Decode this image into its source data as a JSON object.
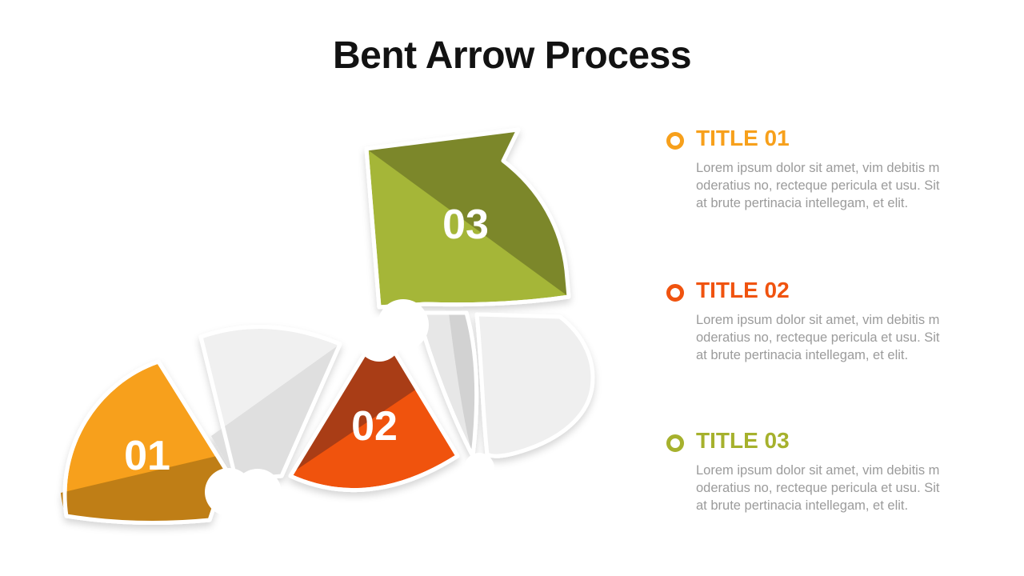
{
  "slide": {
    "title": "Bent Arrow Process"
  },
  "diagram": {
    "name": "bent-arrow-process",
    "steps": [
      {
        "number": "01",
        "color": "#F7A01B",
        "shade": "#BF7E12"
      },
      {
        "number": "02",
        "color": "#F05210",
        "shade": "#A93C12"
      },
      {
        "number": "03",
        "color": "#A5B639",
        "shade": "#7B872B"
      }
    ],
    "connector_colors": {
      "light": "#F0F0F0",
      "mid": "#DFDFDF",
      "dark": "#D2D2D2"
    },
    "label_color": "#FFFFFF"
  },
  "sections": [
    {
      "title": "TITLE 01",
      "accent": "#F7A01B",
      "lines": [
        "Lorem ipsum dolor sit amet, vim debitis m",
        "oderatius no, recteque pericula et usu. Sit",
        "at brute pertinacia intellegam, et elit."
      ]
    },
    {
      "title": "TITLE 02",
      "accent": "#F0530F",
      "lines": [
        "Lorem ipsum dolor sit amet, vim debitis m",
        "oderatius no, recteque pericula et usu. Sit",
        "at brute pertinacia intellegam, et elit."
      ]
    },
    {
      "title": "TITLE 03",
      "accent": "#A6B12D",
      "lines": [
        "Lorem ipsum dolor sit amet, vim debitis m",
        "oderatius no, recteque pericula et usu. Sit",
        "at brute pertinacia intellegam, et elit."
      ]
    }
  ]
}
